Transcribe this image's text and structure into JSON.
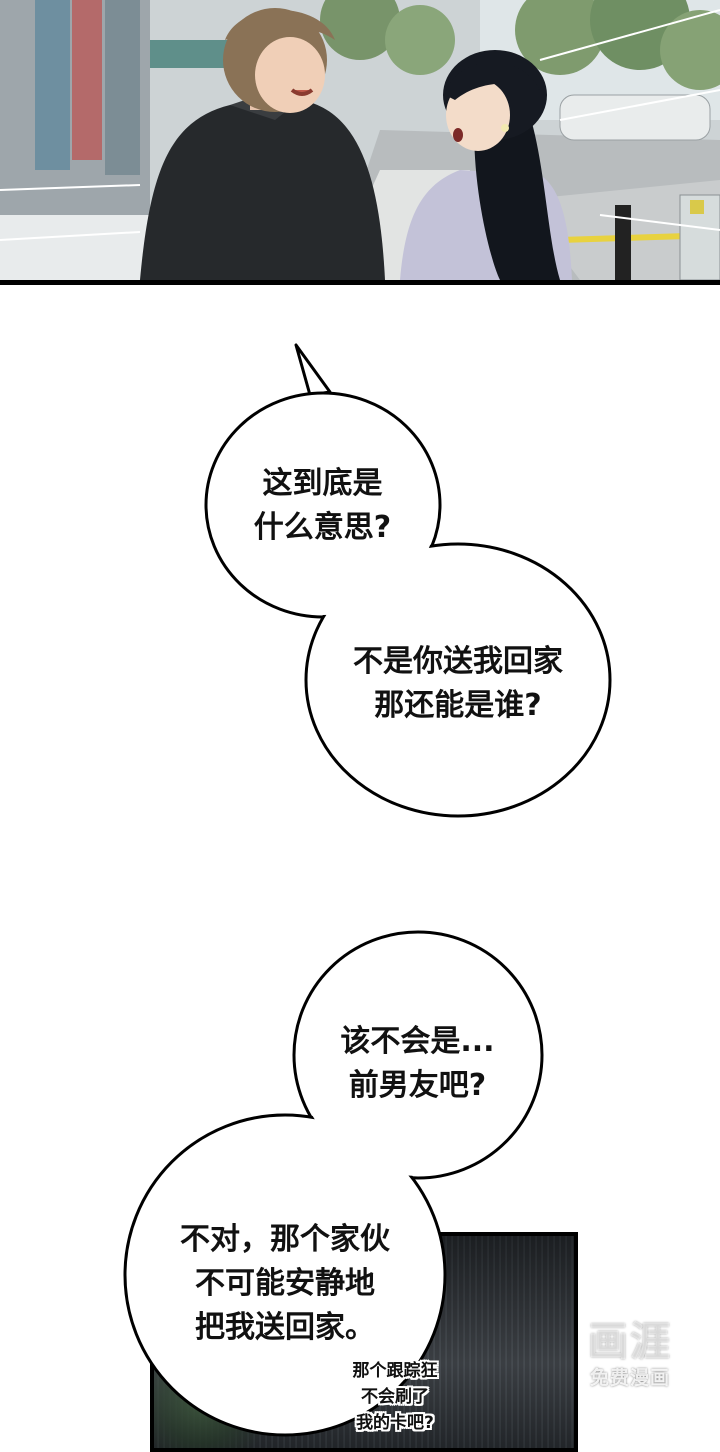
{
  "bubbles": {
    "b1_line1": "这到底是",
    "b1_line2": "什么意思?",
    "b2_line1": "不是你送我回家",
    "b2_line2": "那还能是谁?",
    "b3_line1": "该不会是...",
    "b3_line2": "前男友吧?",
    "b4_line1": "不对，那个家伙",
    "b4_line2": "不可能安静地",
    "b4_line3": "把我送回家。"
  },
  "whisper": {
    "line1": "那个跟踪狂",
    "line2": "不会刷了",
    "line3": "我的卡吧?"
  },
  "watermark": {
    "logo": "画涯",
    "sub": "免费漫画"
  },
  "colors": {
    "panel_border": "#000000",
    "bubble_fill": "#ffffff",
    "text": "#111111"
  }
}
